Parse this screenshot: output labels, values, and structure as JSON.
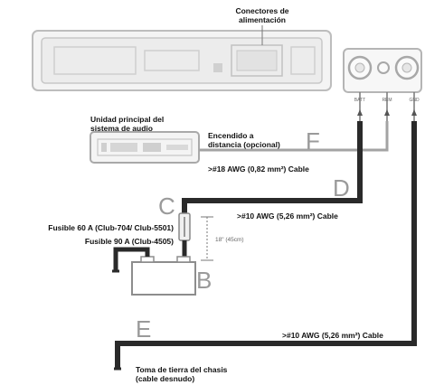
{
  "labels": {
    "power_connectors": [
      "Conectores de",
      "alimentación"
    ],
    "head_unit": [
      "Unidad principal del",
      "sistema de audio"
    ],
    "remote_on": [
      "Encendido a",
      "distancia (opcional)"
    ],
    "cable_18awg": ">#18 AWG (0,82 mm²) Cable",
    "cable_10awg_d": ">#10 AWG (5,26 mm²) Cable",
    "fuse_60a": "Fusible 60 A (Club-704/ Club-5501)",
    "fuse_90a": "Fusible 90 A (Club-4505)",
    "fuse_distance": "18\" (45cm)",
    "cable_10awg_e": ">#10 AWG (5,26 mm²) Cable",
    "chassis_ground": [
      "Toma de tierra del chasis",
      "(cable desnudo)"
    ]
  },
  "terminals": [
    "BATT",
    "REM",
    "GND"
  ],
  "letters": {
    "b": "B",
    "c": "C",
    "d": "D",
    "e": "E",
    "f": "F"
  }
}
